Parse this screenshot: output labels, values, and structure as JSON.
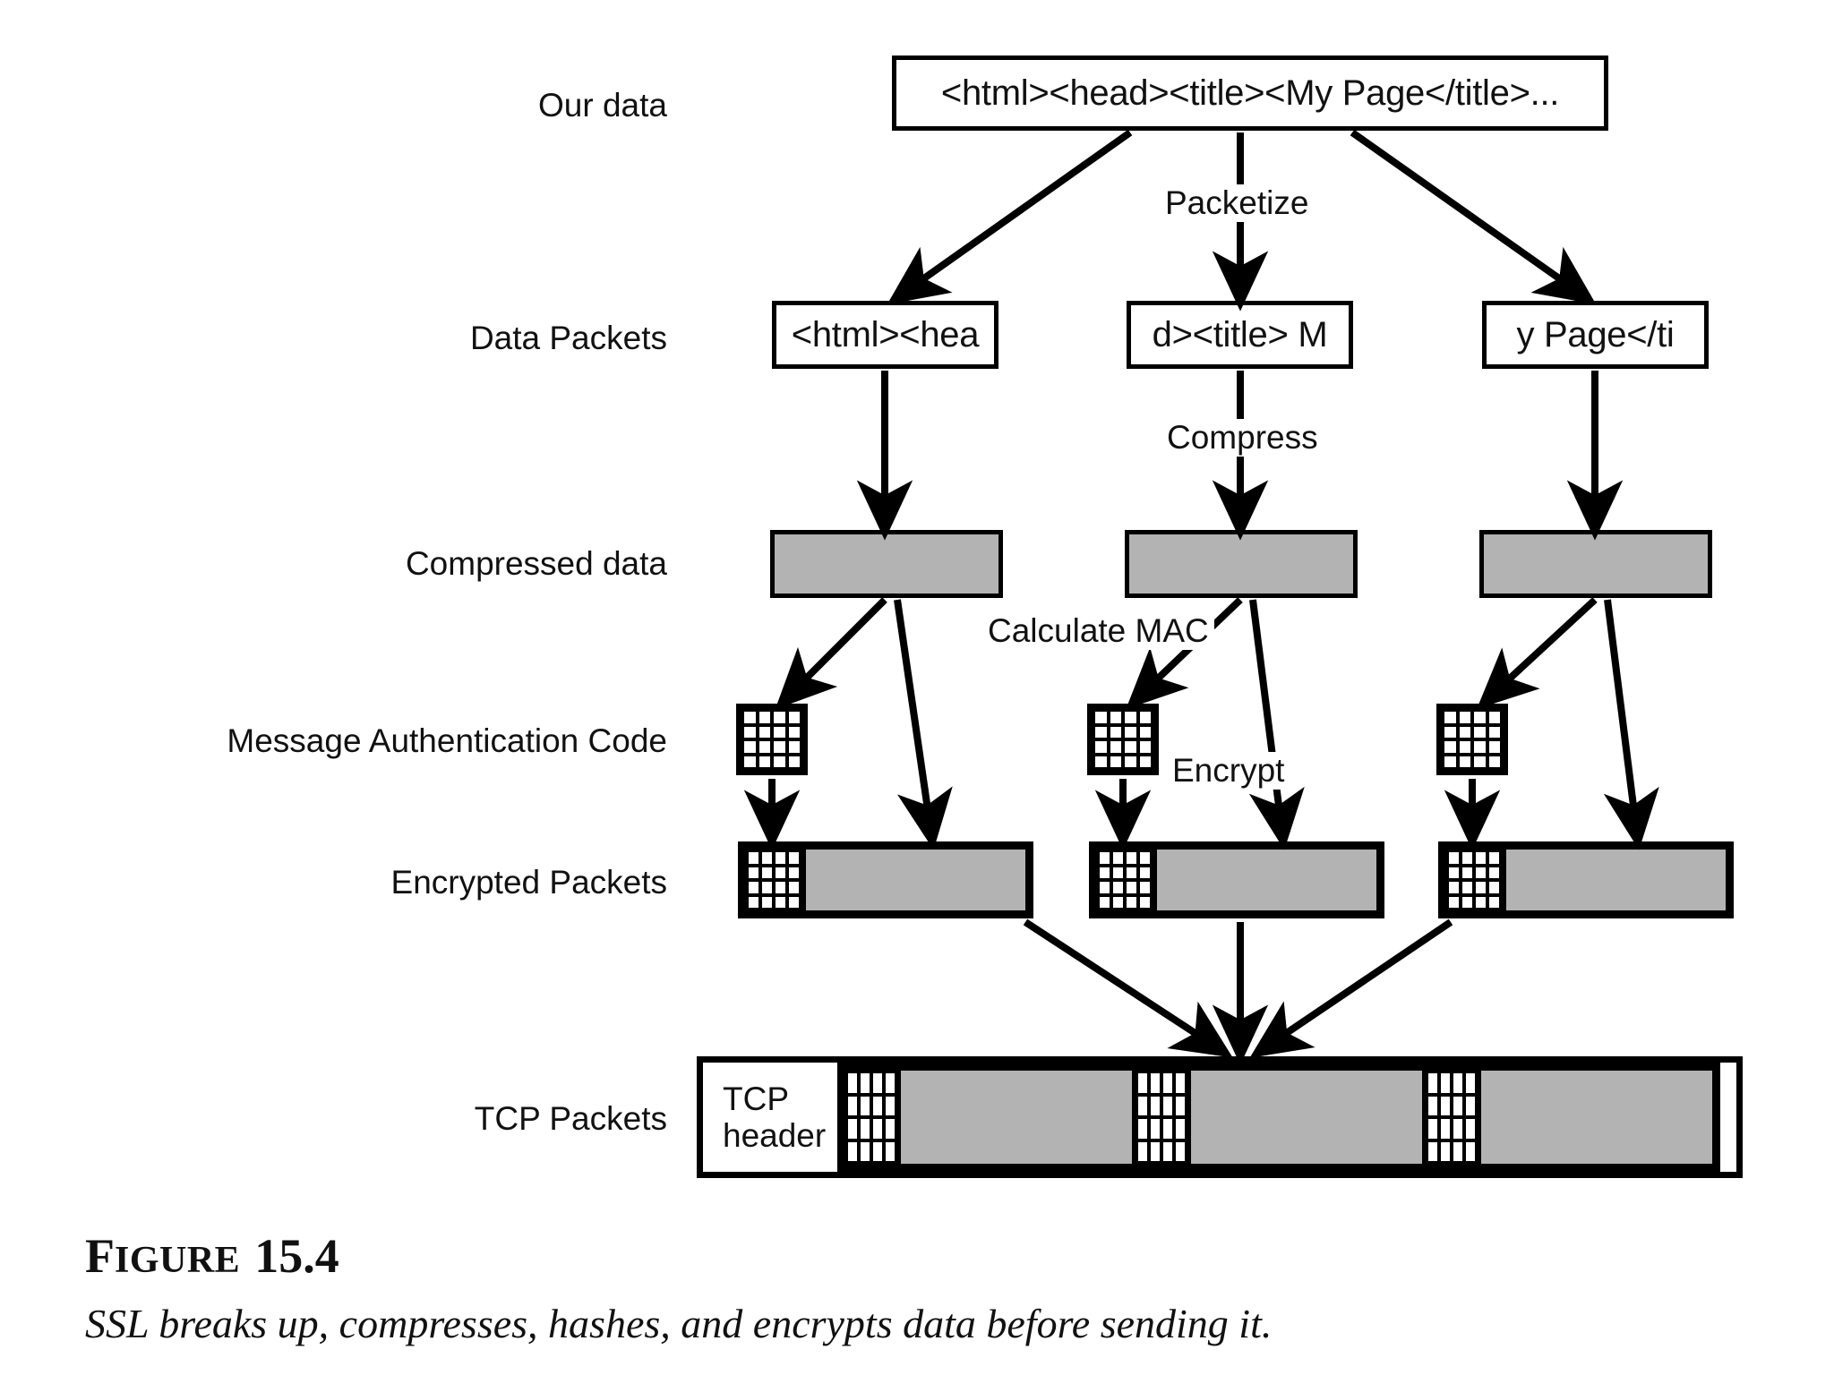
{
  "figure": {
    "title_first": "F",
    "title_rest": "IGURE",
    "number": "15.4",
    "caption": "SSL breaks up, compresses, hashes, and encrypts data before sending it."
  },
  "row_labels": {
    "our_data": "Our data",
    "data_packets": "Data Packets",
    "compressed_data": "Compressed data",
    "mac": "Message Authentication Code",
    "encrypted_packets": "Encrypted Packets",
    "tcp_packets": "TCP Packets"
  },
  "process_labels": {
    "packetize": "Packetize",
    "compress": "Compress",
    "calculate_mac": "Calculate MAC",
    "encrypt": "Encrypt"
  },
  "our_data_box": {
    "text": "<html><head><title><My Page</title>..."
  },
  "data_packets": [
    {
      "text": "<html><hea"
    },
    {
      "text": "d><title> M"
    },
    {
      "text": "y Page</ti"
    }
  ],
  "tcp": {
    "header_line1": "TCP",
    "header_line2": "header",
    "segment_count": 3
  },
  "colors": {
    "stroke": "#000000",
    "payload_gray": "#b3b3b3",
    "page_background": "#ffffff",
    "text": "#111111"
  },
  "diagram_data": {
    "type": "flow-diagram",
    "stages": [
      "Our data",
      "Data Packets",
      "Compressed data",
      "Message Authentication Code",
      "Encrypted Packets",
      "TCP Packets"
    ],
    "transitions": [
      "Packetize",
      "Compress",
      "Calculate MAC",
      "Encrypt"
    ],
    "columns": 3
  }
}
